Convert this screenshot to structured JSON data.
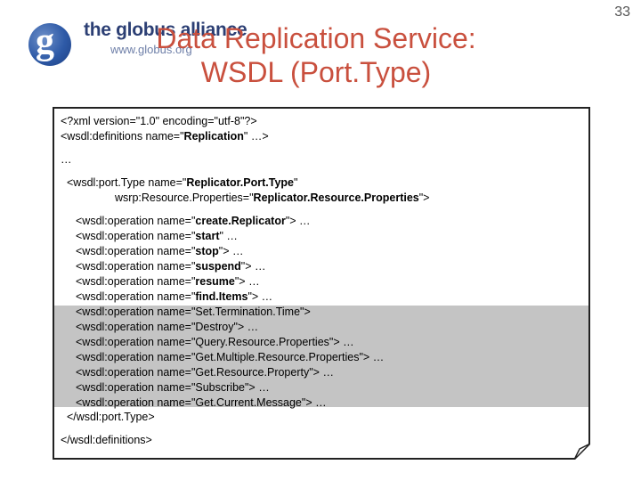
{
  "header": {
    "logo_text": "the globus alliance",
    "logo_url": "www.globus.org",
    "logo_glyph": "g",
    "page_number": "33"
  },
  "slide": {
    "title_line1": "Data Replication Service:",
    "title_line2": "WSDL (Port.Type)"
  },
  "code": {
    "xml_decl": "<?xml version=\"1.0\" encoding=\"utf-8\"?>",
    "defs_open_prefix": "<wsdl:definitions name=\"",
    "defs_open_name": "Replication",
    "defs_open_suffix": "\" …>",
    "ellipsis": "…",
    "porttype_prefix": "<wsdl:port.Type name=\"",
    "porttype_name": "Replicator.Port.Type",
    "porttype_suffix": "\"",
    "resprops_prefix": "wsrp:Resource.Properties=\"",
    "resprops_name": "Replicator.Resource.Properties",
    "resprops_suffix": "\">",
    "operations": [
      {
        "prefix": "<wsdl:operation name=\"",
        "name": "create.Replicator",
        "suffix": "\"> …"
      },
      {
        "prefix": "<wsdl:operation name=\"",
        "name": "start",
        "suffix": "\" …"
      },
      {
        "prefix": "<wsdl:operation name=\"",
        "name": "stop",
        "suffix": "\"> …"
      },
      {
        "prefix": "<wsdl:operation name=\"",
        "name": "suspend",
        "suffix": "\"> …"
      },
      {
        "prefix": "<wsdl:operation name=\"",
        "name": "resume",
        "suffix": "\"> …"
      },
      {
        "prefix": "<wsdl:operation name=\"",
        "name": "find.Items",
        "suffix": "\"> …"
      },
      {
        "prefix": "<wsdl:operation name=\"",
        "name": "Set.Termination.Time",
        "suffix": "\">"
      },
      {
        "prefix": "<wsdl:operation name=\"",
        "name": "Destroy",
        "suffix": "\"> …"
      },
      {
        "prefix": "<wsdl:operation name=\"",
        "name": "Query.Resource.Properties",
        "suffix": "\"> …"
      },
      {
        "prefix": "<wsdl:operation name=\"",
        "name": "Get.Multiple.Resource.Properties",
        "suffix": "\"> …"
      },
      {
        "prefix": "<wsdl:operation name=\"",
        "name": "Get.Resource.Property",
        "suffix": "\"> …"
      },
      {
        "prefix": "<wsdl:operation name=\"",
        "name": "Subscribe",
        "suffix": "\"> …"
      },
      {
        "prefix": "<wsdl:operation name=\"",
        "name": "Get.Current.Message",
        "suffix": "\"> …"
      }
    ],
    "porttype_close": "</wsdl:port.Type>",
    "defs_close": "</wsdl:definitions>"
  },
  "colors": {
    "title": "#c9503e",
    "highlight": "#c4c4c4",
    "logo_blue": "#2e5aa7"
  }
}
